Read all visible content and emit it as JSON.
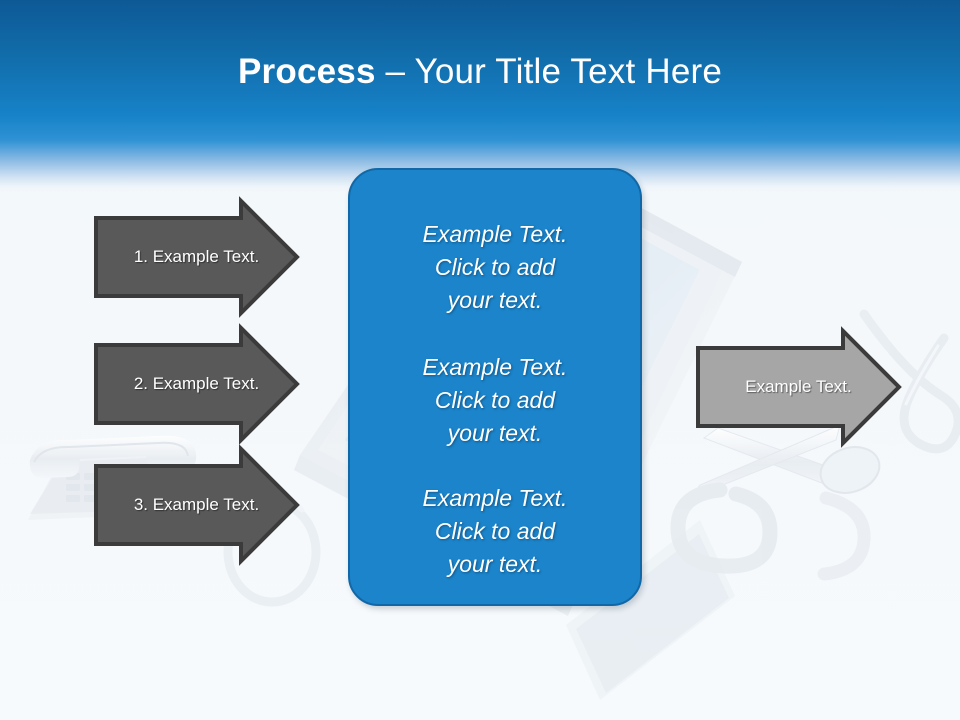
{
  "slide": {
    "title_strong": "Process",
    "title_separator": " – ",
    "title_light": "Your Title Text Here",
    "background_color": "#f4f8fb",
    "header_top_color": "#0d5996",
    "header_mid_color": "#1782c8"
  },
  "input_arrows": [
    {
      "label": "1. Example Text.",
      "fill": "#595959",
      "stroke": "#3b3b3b"
    },
    {
      "label": "2. Example Text.",
      "fill": "#595959",
      "stroke": "#3b3b3b"
    },
    {
      "label": "3. Example Text.",
      "fill": "#595959",
      "stroke": "#3b3b3b"
    }
  ],
  "output_arrows": [
    {
      "label": "Example Text.",
      "fill": "#a6a6a6",
      "stroke": "#3b3b3b"
    }
  ],
  "center_panel": {
    "fill": "#1b84cb",
    "stroke": "#1268a6",
    "blocks": [
      "Example Text.\nClick  to add\nyour text.",
      "Example Text.\nClick  to add\nyour text.",
      "Example Text.\nClick  to add\nyour text."
    ]
  },
  "background_art": {
    "description": "faded office objects",
    "items": [
      "telephone",
      "tablet-device",
      "scissors",
      "paperclip",
      "pen"
    ]
  }
}
